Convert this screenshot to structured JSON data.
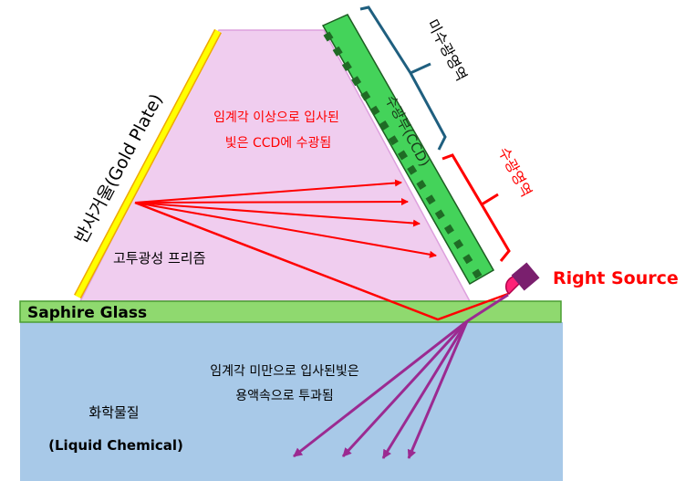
{
  "labels": {
    "gold_plate": "반사거울(Gold Plate)",
    "prism": "고투광성 프리즘",
    "above_critical_line1": "임계각 이상으로 입사된",
    "above_critical_line2": "빛은 CCD에 수광됨",
    "ccd": "수광부(CCD)",
    "non_receiving_area": "미수광영역",
    "receiving_area": "수광영역",
    "light_source": "Right Source",
    "saphire_glass": "Saphire Glass",
    "below_critical_line1": "임계각 미만으로 입사된빛은",
    "below_critical_line2": "용액속으로 투과됨",
    "liquid_line1": "화학물질",
    "liquid_line2": "(Liquid Chemical)"
  },
  "colors": {
    "prism": "#f0cdef",
    "gold": "#ffff00",
    "ccd": "#44d35a",
    "ccd_pixel": "#1f6b25",
    "glass": "#8fd96f",
    "liquid": "#a8c9e8",
    "ray_red": "#ff0000",
    "ray_purple": "#9b2a91",
    "bracket_blue": "#1f5f7f"
  }
}
